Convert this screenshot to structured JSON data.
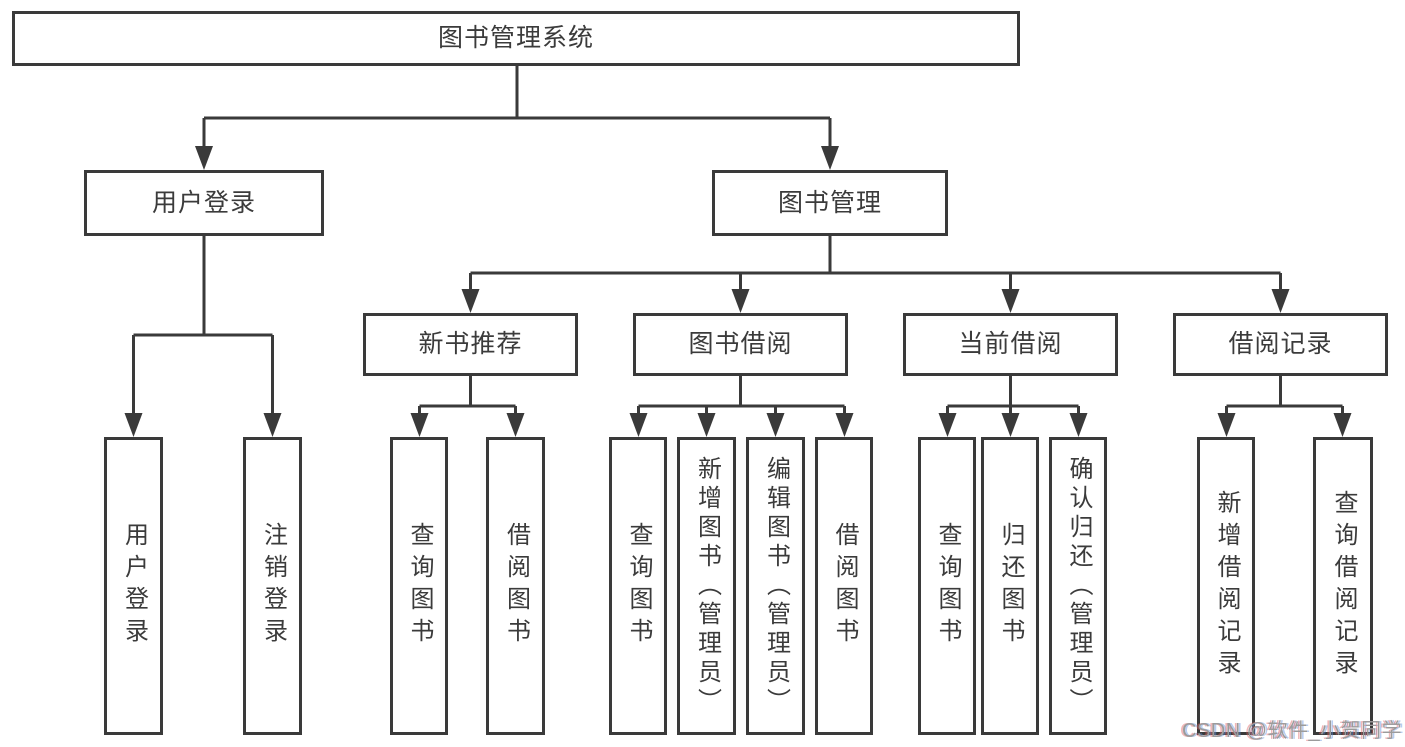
{
  "diagram": {
    "root": {
      "label": "图书管理系统",
      "children": [
        {
          "label": "用户登录",
          "children": [
            {
              "label": "用户登录"
            },
            {
              "label": "注销登录"
            }
          ]
        },
        {
          "label": "图书管理",
          "children": [
            {
              "label": "新书推荐",
              "children": [
                {
                  "label": "查询图书"
                },
                {
                  "label": "借阅图书"
                }
              ]
            },
            {
              "label": "图书借阅",
              "children": [
                {
                  "label": "查询图书"
                },
                {
                  "label": "新增图书（管理员）"
                },
                {
                  "label": "编辑图书（管理员）"
                },
                {
                  "label": "借阅图书"
                }
              ]
            },
            {
              "label": "当前借阅",
              "children": [
                {
                  "label": "查询图书"
                },
                {
                  "label": "归还图书"
                },
                {
                  "label": "确认归还（管理员）"
                }
              ]
            },
            {
              "label": "借阅记录",
              "children": [
                {
                  "label": "新增借阅记录"
                },
                {
                  "label": "查询借阅记录"
                }
              ]
            }
          ]
        }
      ]
    }
  },
  "colors": {
    "line": "#3a3a3a",
    "node_text": "#3b3b3b",
    "watermark": "#9b9b9b"
  },
  "watermark": {
    "text": "CSDN @软件_小贺同学"
  }
}
